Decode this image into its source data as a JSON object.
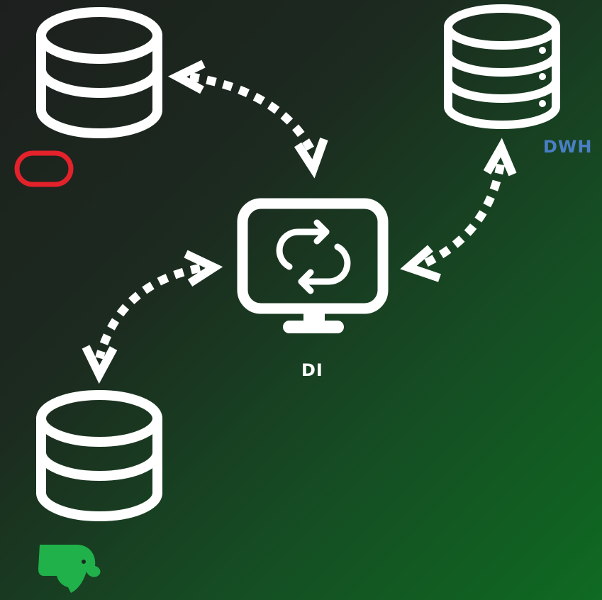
{
  "labels": {
    "dwh": "DWH",
    "di": "DI"
  },
  "colors": {
    "dwh_label": "#4a7fc7",
    "oracle_logo": "#e3222b",
    "postgres_logo": "#20b14a",
    "icon_stroke": "#ffffff"
  },
  "icons": {
    "oracle_db": "database-icon",
    "dwh_db": "server-database-icon",
    "postgres_db": "database-icon",
    "di_monitor": "monitor-sync-icon",
    "oracle_logo": "oracle-logo",
    "postgres_logo": "postgres-elephant-logo"
  }
}
